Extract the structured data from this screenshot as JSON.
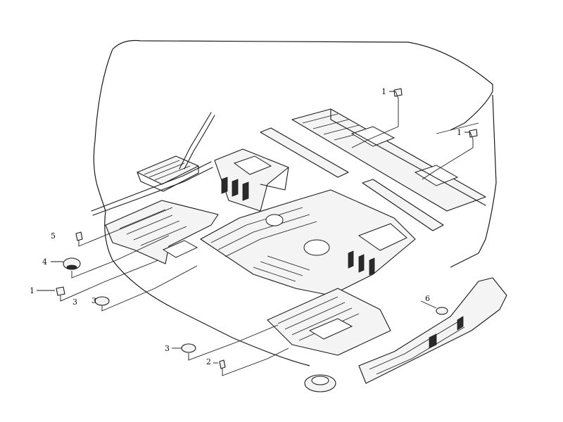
{
  "callouts": [
    {
      "id": "c1a",
      "text": "1"
    },
    {
      "id": "c1b",
      "text": "1"
    },
    {
      "id": "c5",
      "text": "5"
    },
    {
      "id": "c4",
      "text": "4"
    },
    {
      "id": "c1c",
      "text": "1"
    },
    {
      "id": "c3a",
      "text": "3"
    },
    {
      "id": "c3b",
      "text": "3"
    },
    {
      "id": "c6",
      "text": "6"
    },
    {
      "id": "c3c",
      "text": "3"
    },
    {
      "id": "c2",
      "text": "2"
    }
  ]
}
